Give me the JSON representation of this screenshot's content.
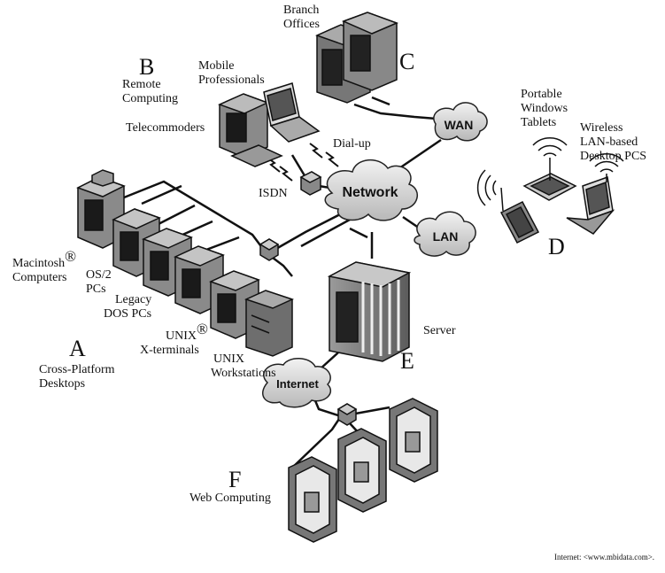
{
  "letters": {
    "a": "A",
    "b": "B",
    "c": "C",
    "d": "D",
    "e": "E",
    "f": "F"
  },
  "clouds": {
    "network": "Network",
    "wan": "WAN",
    "lan": "LAN",
    "internet": "Internet"
  },
  "labels": {
    "branch_line1": "Branch",
    "branch_line2": "Offices",
    "remote_line1": "Remote",
    "remote_line2": "Computing",
    "mobile_line1": "Mobile",
    "mobile_line2": "Professionals",
    "telecommoders": "Telecommoders",
    "dialup": "Dial-up",
    "isdn": "ISDN",
    "portable_line1": "Portable",
    "portable_line2": "Windows",
    "portable_line3": "Tablets",
    "wireless_line1": "Wireless",
    "wireless_line2": "LAN-based",
    "wireless_line3": "Desktop PCS",
    "mac_line1": "Macintosh",
    "mac_line2": "Computers",
    "os2_line1": "OS/2",
    "os2_line2": "PCs",
    "legacy_line1": "Legacy",
    "legacy_line2": "DOS PCs",
    "unixx_line1": "UNIX",
    "unixx_line2": "X-terminals",
    "unixws_line1": "UNIX",
    "unixws_line2": "Workstations",
    "server": "Server",
    "cross_line1": "Cross-Platform",
    "cross_line2": "Desktops",
    "web": "Web Computing",
    "registered": "®"
  },
  "credit": "Internet: <www.mbidata.com>."
}
